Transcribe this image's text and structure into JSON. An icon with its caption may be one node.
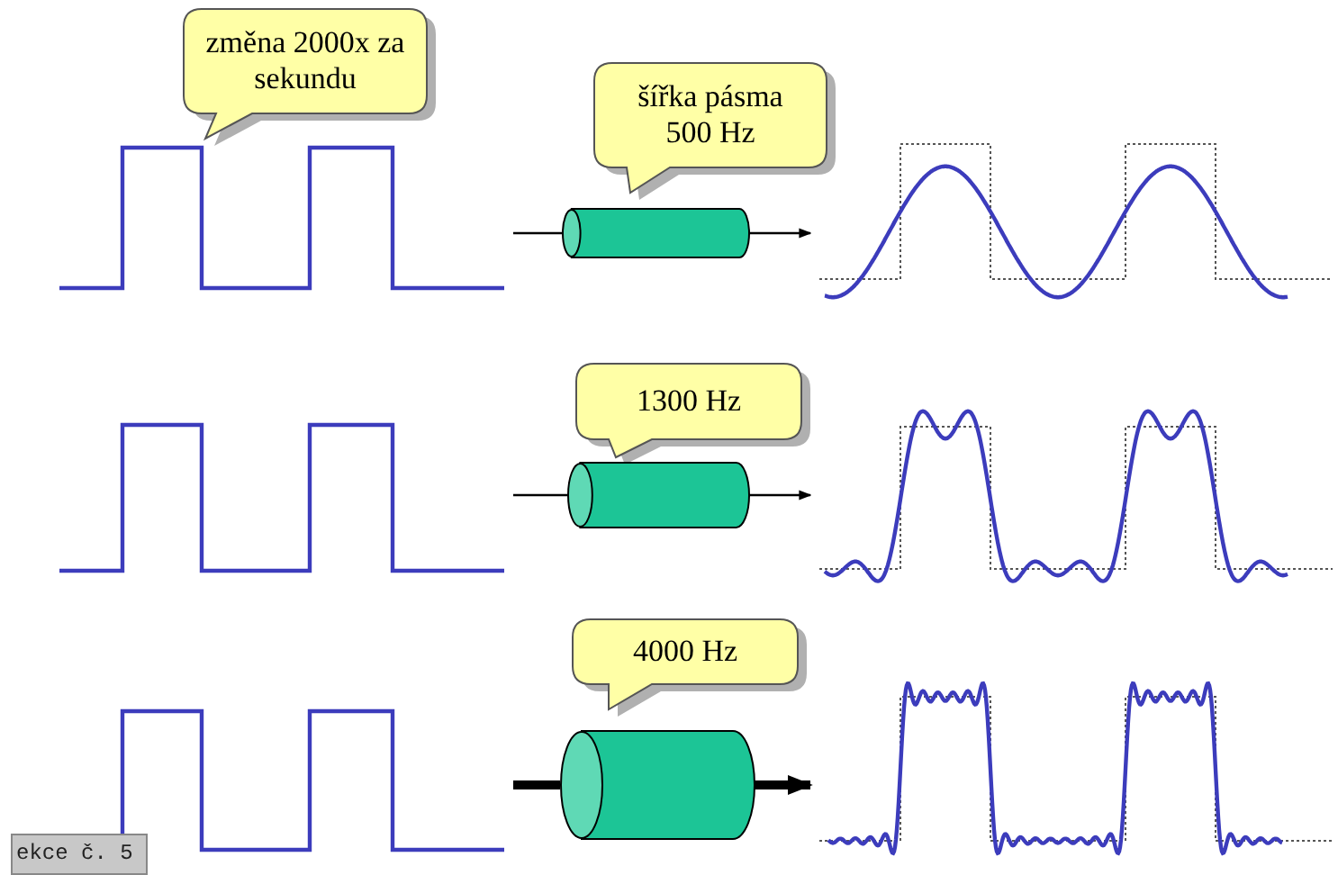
{
  "diagram": {
    "nodes": [
      {
        "text": [
          "změna 2000x za sekundu"
        ]
      },
      {
        "text": [],
        "shape": "picture"
      },
      {
        "text": [
          "šířka pásma 500 Hz"
        ]
      },
      {
        "text": [],
        "shape": "cylinder"
      },
      {
        "text": [],
        "shape": "picture"
      },
      {
        "text": [],
        "shape": "picture"
      },
      {
        "text": [
          "1300 Hz"
        ]
      },
      {
        "text": [],
        "shape": "cylinder"
      },
      {
        "text": [],
        "shape": "picture"
      },
      {
        "text": [
          "4000 Hz"
        ]
      },
      {
        "text": [],
        "shape": "picture"
      },
      {
        "text": [],
        "shape": "cylinder"
      },
      {
        "text": [],
        "shape": "picture"
      }
    ],
    "edges": [
      {
        "from": 1,
        "to": 3,
        "arrow": "none"
      },
      {
        "from": 3,
        "to": 4,
        "arrow": "to"
      },
      {
        "from": 5,
        "to": 7,
        "arrow": "none"
      },
      {
        "from": 7,
        "to": 8,
        "arrow": "to"
      },
      {
        "from": 10,
        "to": 11,
        "arrow": "none",
        "style": "thick"
      },
      {
        "from": 11,
        "to": 12,
        "arrow": "to",
        "style": "thick"
      }
    ],
    "labels": [
      "ekce č. 5"
    ]
  }
}
